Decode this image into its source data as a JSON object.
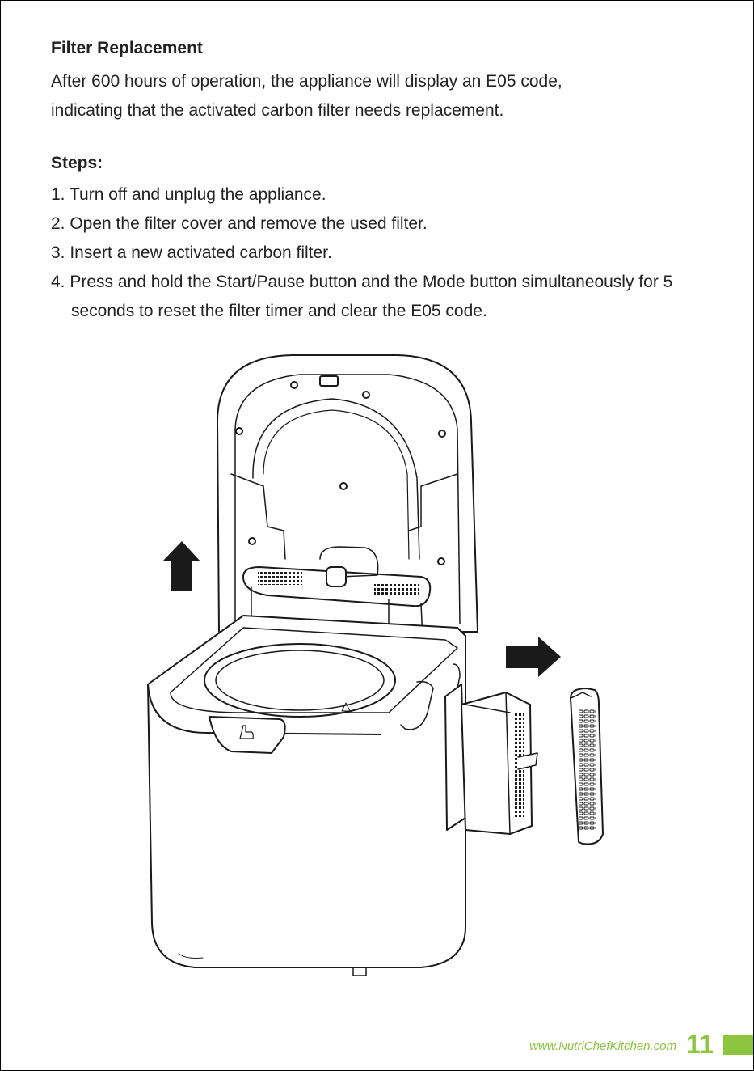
{
  "filter": {
    "title": "Filter Replacement",
    "intro_line1": "After 600 hours of operation, the appliance will display an E05 code,",
    "intro_line2": "indicating that the activated carbon filter needs replacement."
  },
  "steps": {
    "title": "Steps:",
    "items": [
      "1. Turn off and unplug the appliance.",
      "2. Open the filter cover and remove the used filter.",
      "3. Insert a new activated carbon filter.",
      "4. Press and hold the Start/Pause button and the Mode button simultaneously for 5 seconds to reset the filter timer and clear the E05 code."
    ]
  },
  "illustration": {
    "icons": [
      "up-arrow-icon",
      "right-arrow-icon",
      "filter-cartridge-icon",
      "filter-grille-icon",
      "finger-press-icon"
    ]
  },
  "footer": {
    "url": "www.NutriChefKitchen.com",
    "page_number": "11"
  },
  "colors": {
    "accent": "#8cc63f",
    "text": "#222222",
    "line": "#1a1a1a"
  }
}
